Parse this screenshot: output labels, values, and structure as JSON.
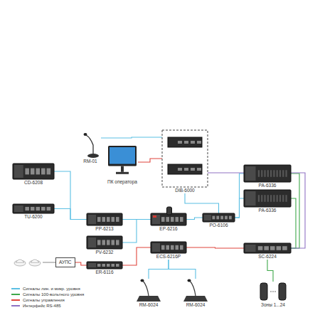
{
  "diagram": {
    "nodes": [
      {
        "text": [
          "RM-01"
        ]
      },
      {
        "text": [
          "ПК оператора"
        ]
      },
      {
        "text": [
          "DIB-6000"
        ]
      },
      {
        "text": [
          "CD-6208"
        ]
      },
      {
        "text": [
          "PA-6336"
        ]
      },
      {
        "text": [
          "PA-6336"
        ]
      },
      {
        "text": [
          "TU-6200"
        ]
      },
      {
        "text": [
          "PP-6213"
        ]
      },
      {
        "text": [
          "EP-6216"
        ]
      },
      {
        "text": [
          "PO-6106"
        ]
      },
      {
        "text": [
          "PV-6232"
        ]
      },
      {
        "text": [
          "ECS-6216P"
        ]
      },
      {
        "text": [
          "SC-6224"
        ]
      },
      {
        "text": [
          "АУПС"
        ]
      },
      {
        "text": [
          "ER-6116"
        ]
      },
      {
        "text": [
          "RM-6024"
        ]
      },
      {
        "text": [
          "RM-6024"
        ]
      },
      {
        "text": [
          "Зоны 1...24"
        ]
      }
    ],
    "edges": [
      {
        "from": 0,
        "to": 2,
        "arrow": "none"
      },
      {
        "from": 1,
        "to": 2,
        "arrow": "none"
      },
      {
        "from": 3,
        "to": 7,
        "arrow": "none"
      },
      {
        "from": 6,
        "to": 7,
        "arrow": "none"
      },
      {
        "from": 7,
        "to": 8,
        "arrow": "none"
      },
      {
        "from": 10,
        "to": 8,
        "arrow": "none"
      },
      {
        "from": 13,
        "to": 14,
        "arrow": "none"
      },
      {
        "from": 14,
        "to": 11,
        "arrow": "none"
      },
      {
        "from": 2,
        "to": 9,
        "arrow": "none"
      },
      {
        "from": 8,
        "to": 9,
        "arrow": "none"
      },
      {
        "from": 9,
        "to": 4,
        "arrow": "none"
      },
      {
        "from": 9,
        "to": 5,
        "arrow": "none"
      },
      {
        "from": 4,
        "to": 12,
        "arrow": "none"
      },
      {
        "from": 5,
        "to": 12,
        "arrow": "none"
      },
      {
        "from": 11,
        "to": 12,
        "arrow": "none"
      },
      {
        "from": 12,
        "to": 17,
        "arrow": "none"
      },
      {
        "from": 15,
        "to": 11,
        "arrow": "none"
      },
      {
        "from": 16,
        "to": 11,
        "arrow": "none"
      },
      {
        "from": 2,
        "to": 12,
        "arrow": "none"
      }
    ],
    "legend": [
      {
        "text": "Сигналы лин. и микр. уровня",
        "color": "#5bbfe3"
      },
      {
        "text": "Сигналы 100-вольтного уровня",
        "color": "#3fa84a"
      },
      {
        "text": "Сигналы управления",
        "color": "#e0453c"
      },
      {
        "text": "Интерфейс RS-485",
        "color": "#8f72c4"
      }
    ]
  }
}
